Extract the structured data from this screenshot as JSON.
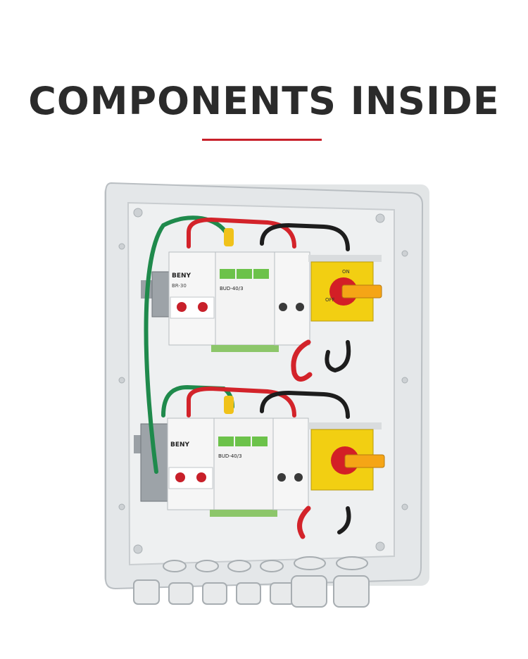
{
  "header": {
    "title": "COMPONENTS INSIDE",
    "accent_color": "#c8202a"
  },
  "photo": {
    "brand_text": "BENY",
    "spd_model_top": "BUD-40/3",
    "spd_model_bottom": "BUD-40/3",
    "fuse_model": "BR-30",
    "switch_on_label": "ON",
    "switch_off_label": "OFF"
  }
}
